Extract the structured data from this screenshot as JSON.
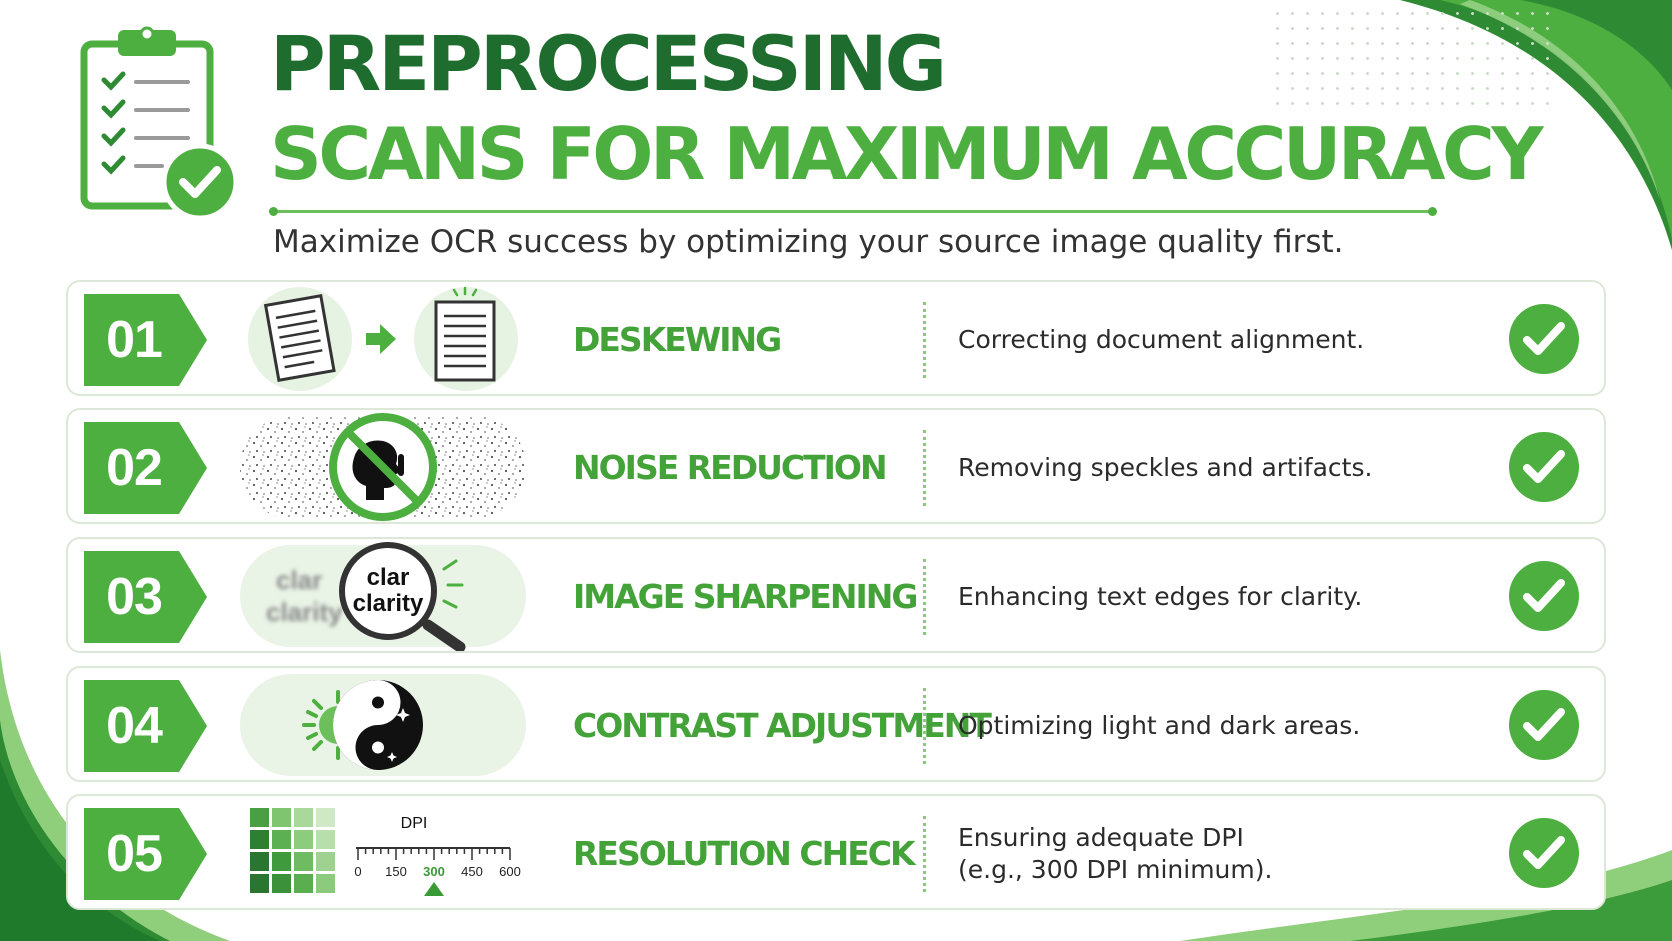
{
  "header": {
    "title_line1": "PREPROCESSING",
    "title_line2": "SCANS FOR MAXIMUM ACCURACY",
    "subtitle": "Maximize OCR success by optimizing your source image quality first.",
    "icon": "clipboard-checklist-icon"
  },
  "colors": {
    "dark_green": "#1f6d2e",
    "accent_green": "#4caf3f",
    "light_green": "#e6f3e2",
    "text": "#2b2b2b"
  },
  "steps": [
    {
      "number": "01",
      "title": "DESKEWING",
      "description": [
        "Correcting document alignment."
      ],
      "icon": "deskew-document-icon"
    },
    {
      "number": "02",
      "title": "NOISE REDUCTION",
      "description": [
        "Removing speckles and artifacts."
      ],
      "icon": "no-noise-icon"
    },
    {
      "number": "03",
      "title": "IMAGE SHARPENING",
      "description": [
        "Enhancing text edges for clarity."
      ],
      "icon": "magnifier-clarity-icon",
      "illustration_text": {
        "blurred_top": "clar",
        "blurred_bottom": "clarity",
        "lens_top": "clar",
        "lens_bottom": "clarity"
      }
    },
    {
      "number": "04",
      "title": "CONTRAST ADJUSTMENT",
      "description": [
        "Optimizing light and dark areas."
      ],
      "icon": "sun-yin-yang-icon"
    },
    {
      "number": "05",
      "title": "RESOLUTION CHECK",
      "description": [
        "Ensuring adequate DPI",
        "(e.g., 300 DPI minimum)."
      ],
      "icon": "dpi-ruler-icon",
      "illustration_text": {
        "ruler_label": "DPI",
        "ticks": [
          "0",
          "150",
          "300",
          "450",
          "600"
        ],
        "highlighted": "300"
      }
    }
  ]
}
